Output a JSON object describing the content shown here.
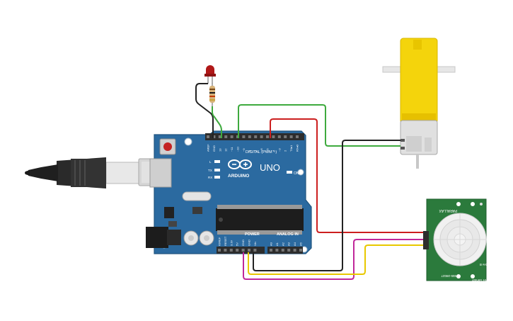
{
  "board": {
    "brand": "ARDUINO",
    "model": "UNO",
    "digital_label": "DIGITAL (PWM ~)",
    "power_label": "POWER",
    "analog_label": "ANALOG IN",
    "on_label": "ON",
    "led_labels": [
      "L",
      "TX",
      "RX"
    ],
    "top_pins": [
      "AREF",
      "GND",
      "13",
      "12",
      "~11",
      "~10",
      "~9",
      "8",
      "7",
      "~6",
      "~5",
      "4",
      "~3",
      "2",
      "TX▸1",
      "RX◂0"
    ],
    "power_pins": [
      "IOREF",
      "RESET",
      "3.3V",
      "5V",
      "GND",
      "GND",
      "Vin"
    ],
    "analog_pins": [
      "A0",
      "A1",
      "A2",
      "A3",
      "A4",
      "A5"
    ]
  },
  "pir": {
    "model": "PIR Sensor",
    "revision": "Rev B",
    "part": "555-28027",
    "maker": "PARALLAX"
  },
  "colors": {
    "board": "#2b6aa0",
    "header": "#2d2d2d",
    "motor_yellow": "#f4d40c",
    "wire_green": "#3eaa3e",
    "wire_red": "#cc1f1f",
    "wire_black": "#222222",
    "wire_yellow": "#e8c800",
    "wire_magenta": "#c0279a",
    "led_red": "#b01818",
    "resistor": "#d8b37a"
  }
}
